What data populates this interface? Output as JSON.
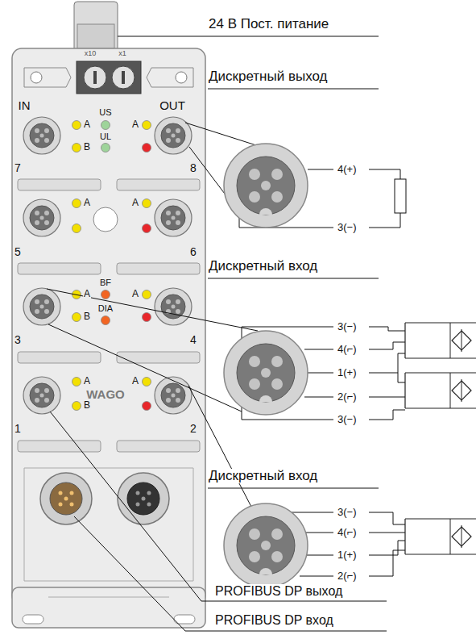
{
  "diagram": {
    "labels": [
      "24 В Пост. питание",
      "x10",
      "x1",
      "IN",
      "US",
      "OUT",
      "A",
      "A",
      "UL",
      "B",
      "7",
      "8",
      "A",
      "A",
      "5",
      "6",
      "BF",
      "A",
      "A",
      "DIA",
      "B",
      "3",
      "4",
      "A",
      "A",
      "WAGO",
      "B",
      "1",
      "2",
      "Дискретный выход",
      "4(+)",
      "3(−)",
      "Дискретный вход",
      "3(−)",
      "4(⌐)",
      "1(+)",
      "2(⌐)",
      "3(−)",
      "Дискретный вход",
      "3(−)",
      "4(⌐)",
      "1(+)",
      "2(⌐)",
      "PROFIBUS DP выход",
      "PROFIBUS DP вход"
    ]
  }
}
